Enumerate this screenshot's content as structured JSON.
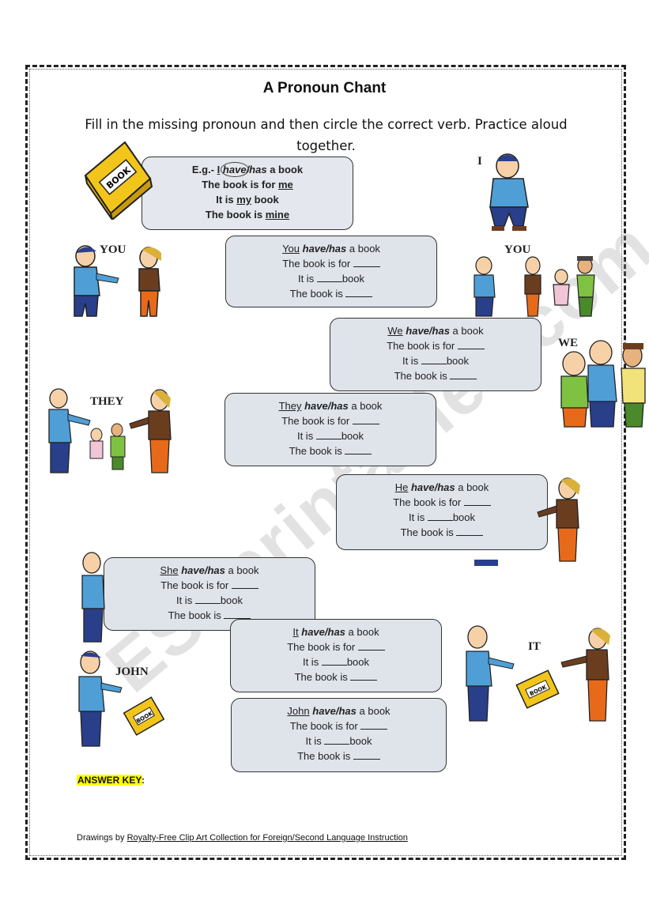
{
  "title": "A Pronoun Chant",
  "instructions": "Fill in the missing pronoun and then circle the correct verb. Practice aloud together.",
  "example": {
    "prefix": "E.g.- ",
    "pronoun": "I",
    "have": "have",
    "slash_has": "/has",
    "suffix": " a book",
    "line2_pre": "The book is for ",
    "line2_word": "me",
    "line3_pre": "It is ",
    "line3_word": "my",
    "line3_post": " book",
    "line4_pre": "The book is ",
    "line4_word": "mine"
  },
  "common": {
    "have_has": "have/has",
    "a_book": " a book",
    "book_for": "The book is for ",
    "it_is": "It is ",
    "book": "book",
    "book_is": "The book is "
  },
  "chants": [
    {
      "pronoun": "You"
    },
    {
      "pronoun": "We"
    },
    {
      "pronoun": "They"
    },
    {
      "pronoun": "He"
    },
    {
      "pronoun": "She"
    },
    {
      "pronoun": "It"
    },
    {
      "pronoun": "John"
    }
  ],
  "captions": {
    "i": "I",
    "you_left": "YOU",
    "you_right": "YOU",
    "we": "WE",
    "they": "THEY",
    "john": "JOHN",
    "it": "IT",
    "book_label": "BOOK"
  },
  "answer_key": "ANSWER KEY",
  "answer_colon": " :",
  "credit": {
    "prefix": "Drawings by ",
    "link": "Royalty-Free Clip Art Collection for Foreign/Second Language Instruction"
  },
  "watermark": "ESLprintables.com",
  "colors": {
    "box_fill": "#dfe3ea",
    "shirt_blue": "#4f9fd6",
    "pants_navy": "#2a3f8a",
    "brown": "#6b3d1f",
    "orange": "#e76a1a",
    "book_yellow": "#f2c51a",
    "highlight": "#ffff00"
  }
}
